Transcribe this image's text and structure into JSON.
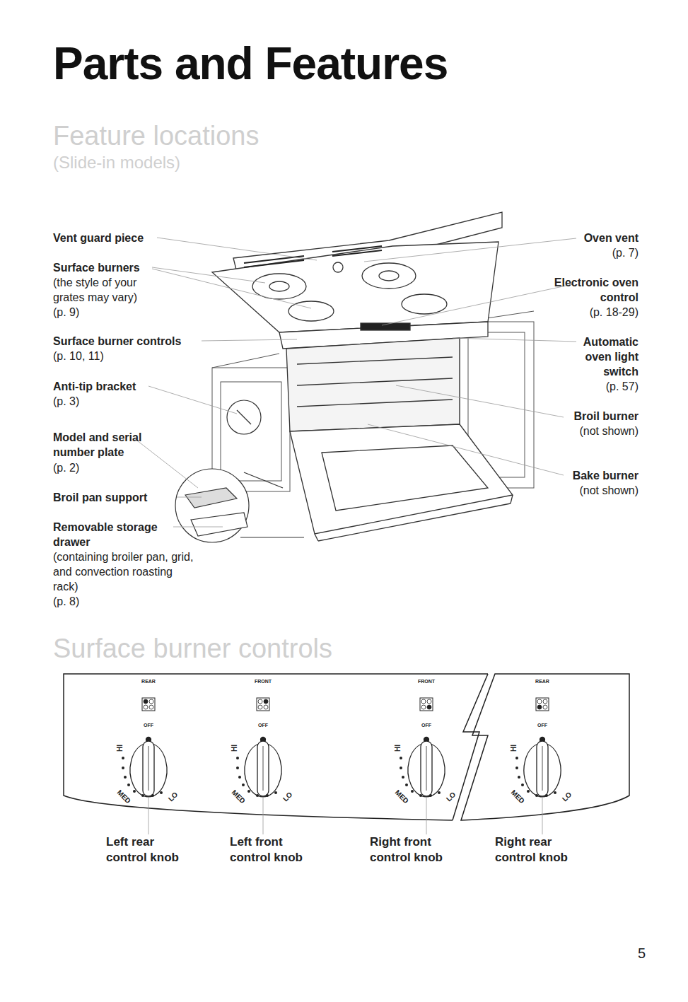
{
  "diagram": {
    "title": "Parts and Features",
    "labels": [
      "Feature locations",
      "(Slide-in models)",
      "Vent guard piece",
      "Surface burners",
      "(the style of your grates may vary)",
      "(p. 9)",
      "Surface burner controls",
      "(p. 10, 11)",
      "Anti-tip bracket",
      "(p. 3)",
      "Model and serial number plate",
      "(p. 2)",
      "Broil pan support",
      "Removable storage drawer",
      "(containing broiler pan, grid, and convection roasting rack)",
      "(p. 8)",
      "Oven vent",
      "(p. 7)",
      "Electronic oven control",
      "(p. 18-29)",
      "Automatic oven light switch",
      "(p. 57)",
      "Broil burner",
      "(not shown)",
      "Bake burner",
      "(not shown)",
      "Surface burner controls",
      "REAR",
      "OFF",
      "HI",
      "MED",
      "LO",
      "FRONT",
      "OFF",
      "HI",
      "MED",
      "LO",
      "FRONT",
      "OFF",
      "HI",
      "MED",
      "LO",
      "REAR",
      "OFF",
      "HI",
      "MED",
      "LO",
      "Left rear control knob",
      "Left front control knob",
      "Right front control knob",
      "Right rear control knob",
      "5"
    ]
  }
}
